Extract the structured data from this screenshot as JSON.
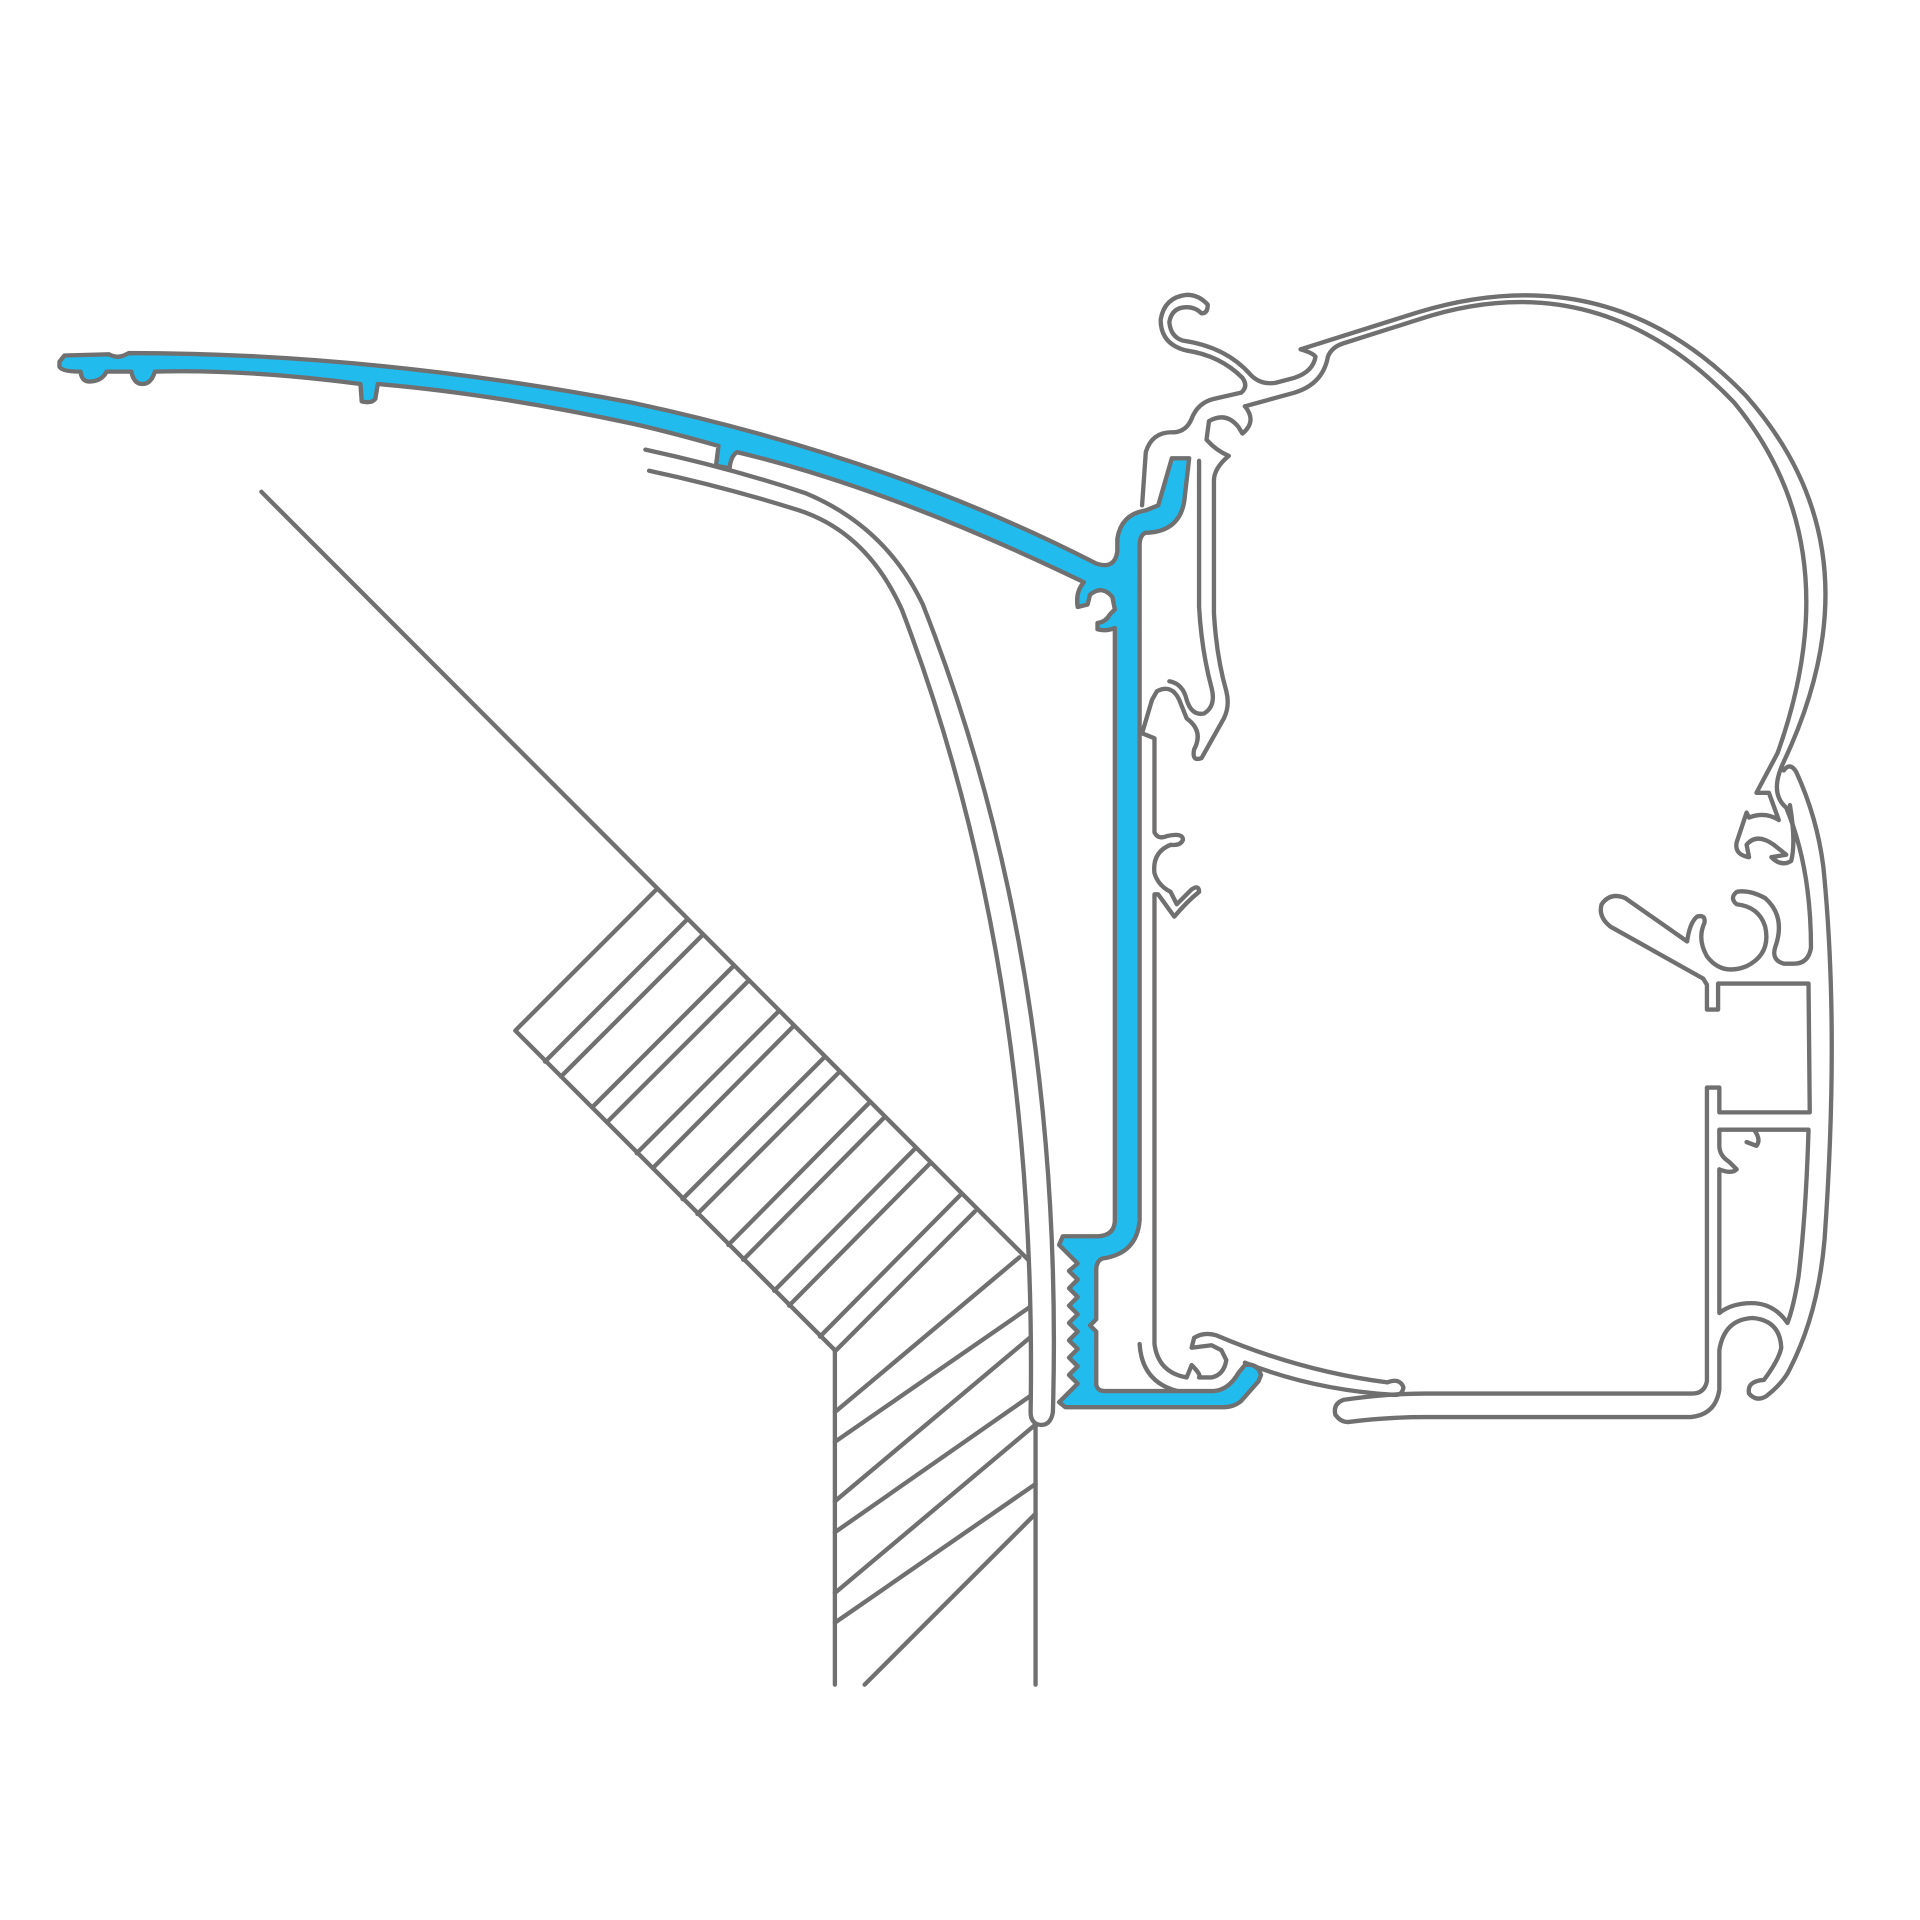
{
  "diagram": {
    "kind": "awning adapter rail cross-section",
    "colors": {
      "accent": "#22bbee",
      "stroke": "#707070",
      "background": "#ffffff"
    },
    "parts": [
      "adapter-profile",
      "awning-rail-profile",
      "vehicle-wall",
      "roof-cap"
    ]
  }
}
